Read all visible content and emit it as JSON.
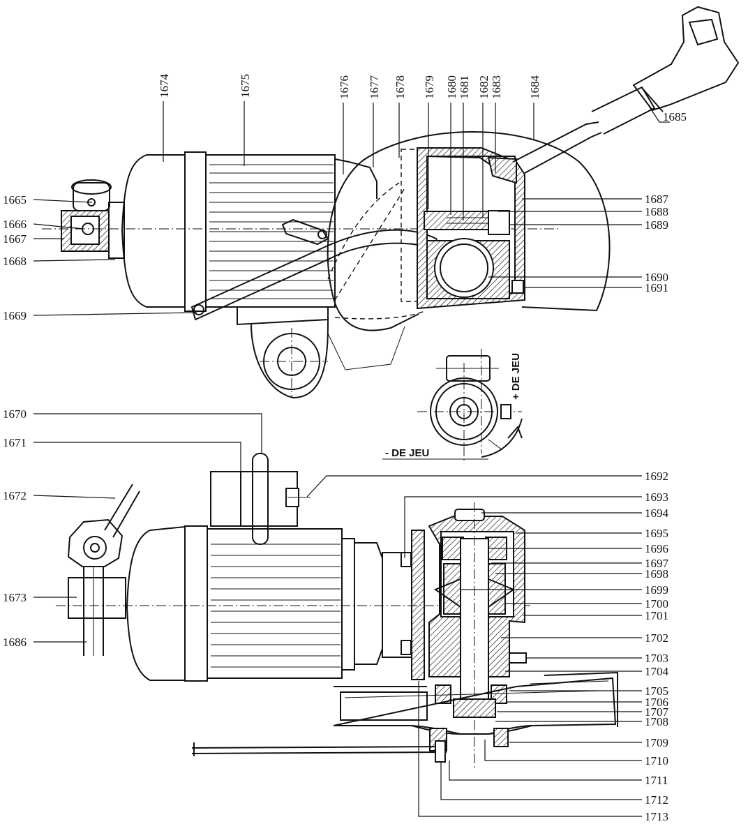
{
  "side_view_labels": [
    {
      "id": "1665",
      "text": "1665"
    },
    {
      "id": "1666",
      "text": "1666"
    },
    {
      "id": "1667",
      "text": "1667"
    },
    {
      "id": "1668",
      "text": "1668"
    },
    {
      "id": "1669",
      "text": "1669"
    },
    {
      "id": "1674",
      "text": "1674"
    },
    {
      "id": "1675",
      "text": "1675"
    },
    {
      "id": "1676",
      "text": "1676"
    },
    {
      "id": "1677",
      "text": "1677"
    },
    {
      "id": "1678",
      "text": "1678"
    },
    {
      "id": "1679",
      "text": "1679"
    },
    {
      "id": "1680",
      "text": "1680"
    },
    {
      "id": "1681",
      "text": "1681"
    },
    {
      "id": "1682",
      "text": "1682"
    },
    {
      "id": "1683",
      "text": "1683"
    },
    {
      "id": "1684",
      "text": "1684"
    },
    {
      "id": "1685",
      "text": "1685"
    },
    {
      "id": "1687",
      "text": "1687"
    },
    {
      "id": "1688",
      "text": "1688"
    },
    {
      "id": "1689",
      "text": "1689"
    },
    {
      "id": "1690",
      "text": "1690"
    },
    {
      "id": "1691",
      "text": "1691"
    }
  ],
  "top_view_labels": [
    {
      "id": "1670",
      "text": "1670"
    },
    {
      "id": "1671",
      "text": "1671"
    },
    {
      "id": "1672",
      "text": "1672"
    },
    {
      "id": "1673",
      "text": "1673"
    },
    {
      "id": "1686",
      "text": "1686"
    },
    {
      "id": "1692",
      "text": "1692"
    },
    {
      "id": "1693",
      "text": "1693"
    },
    {
      "id": "1694",
      "text": "1694"
    },
    {
      "id": "1695",
      "text": "1695"
    },
    {
      "id": "1696",
      "text": "1696"
    },
    {
      "id": "1697",
      "text": "1697"
    },
    {
      "id": "1698",
      "text": "1698"
    },
    {
      "id": "1699",
      "text": "1699"
    },
    {
      "id": "1700",
      "text": "1700"
    },
    {
      "id": "1701",
      "text": "1701"
    },
    {
      "id": "1702",
      "text": "1702"
    },
    {
      "id": "1703",
      "text": "1703"
    },
    {
      "id": "1704",
      "text": "1704"
    },
    {
      "id": "1705",
      "text": "1705"
    },
    {
      "id": "1706",
      "text": "1706"
    },
    {
      "id": "1707",
      "text": "1707"
    },
    {
      "id": "1708",
      "text": "1708"
    },
    {
      "id": "1709",
      "text": "1709"
    },
    {
      "id": "1710",
      "text": "1710"
    },
    {
      "id": "1711",
      "text": "1711"
    },
    {
      "id": "1712",
      "text": "1712"
    },
    {
      "id": "1713",
      "text": "1713"
    }
  ],
  "play_adjustment": {
    "plus": "+ DE JEU",
    "minus": "- DE JEU"
  }
}
